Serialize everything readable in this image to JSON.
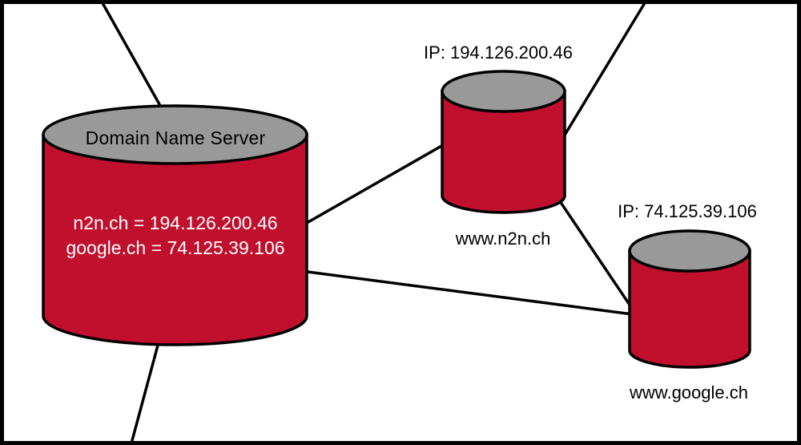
{
  "diagram": {
    "title": "DNS name resolution diagram",
    "background_color": "#ffffff",
    "frame_color": "#000000",
    "stroke_color": "#000000",
    "cylinder_body_color": "#c0102e",
    "cylinder_top_color": "#999999",
    "label_color": "#000000",
    "inner_label_color": "#ffffff"
  },
  "nodes": {
    "dns": {
      "title": "Domain Name Server",
      "records": [
        "n2n.ch = 194.126.200.46",
        "google.ch = 74.125.39.106"
      ]
    },
    "n2n": {
      "ip_label": "IP: 194.126.200.46",
      "name_label": "www.n2n.ch"
    },
    "google": {
      "ip_label": "IP: 74.125.39.106",
      "name_label": "www.google.ch"
    }
  }
}
